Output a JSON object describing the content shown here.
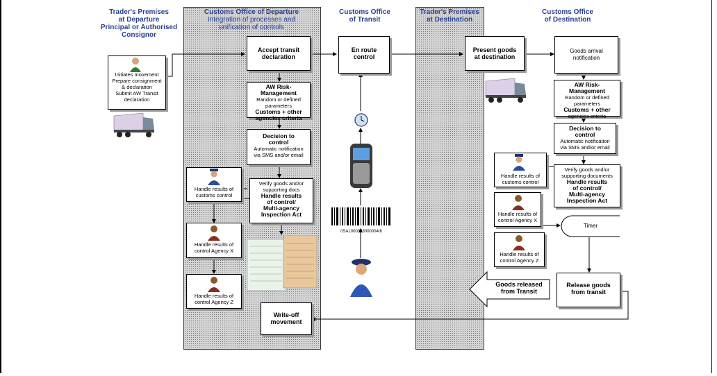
{
  "headers": {
    "traders_departure": {
      "title": "Trader's Premises",
      "title2": "at Departure",
      "sub": "Principal or Authorised",
      "sub2": "Consignor"
    },
    "customs_departure": {
      "title": "Customs Office of Departure",
      "sub": "Integration of processes and",
      "sub2": "unification of controls"
    },
    "customs_transit": {
      "title": "Customs Office",
      "title2": "of Transit"
    },
    "traders_destination": {
      "title": "Trader's Premises",
      "title2": "at Destination"
    },
    "customs_destination": {
      "title": "Customs Office",
      "title2": "of Destination"
    }
  },
  "boxes": {
    "initiates": {
      "l1": "Initiates movement",
      "l2": "Prepare consignment",
      "l3": "& declaration",
      "l4": "Submit AW Transit",
      "l5": "declaration"
    },
    "accept": {
      "l1": "Accept transit",
      "l2": "declaration"
    },
    "risk_dep": {
      "b1": "AW Risk-Management",
      "l1": "Random or defined",
      "l2": "parameters",
      "b2": "Customs + other",
      "b3": "agencies criteria"
    },
    "decision_dep": {
      "b1": "Decision to",
      "b2": "control",
      "l1": "Automatic notification",
      "l2": "via SMS and/or email"
    },
    "verify_dep": {
      "l1": "Verify goods and/or",
      "l2": "supporting docs",
      "b1": "Handle results",
      "b2": "of control/",
      "b3": "Multi-agency",
      "b4": "Inspection Act"
    },
    "handle_customs_dep": {
      "l1": "Handle results of",
      "l2": "customs control"
    },
    "handle_x_dep": {
      "l1": "Handle results of",
      "l2": "control Agency X"
    },
    "handle_z_dep": {
      "l1": "Handle results of",
      "l2": "control Agency Z"
    },
    "writeoff": {
      "l1": "Write-off",
      "l2": "movement"
    },
    "enroute": {
      "l1": "En route",
      "l2": "control"
    },
    "barcode_text": "0SAL000323000004I6",
    "present": {
      "l1": "Present goods",
      "l2": "at destination"
    },
    "arrival": {
      "l1": "Goods arrival",
      "l2": "notification"
    },
    "risk_dest": {
      "b1": "AW Risk-",
      "b2": "Management",
      "l1": "Random or defined",
      "l2": "parameters",
      "b3": "Customs + other",
      "l3": "agencies criteria"
    },
    "decision_dest": {
      "b1": "Decision to",
      "b2": "control",
      "l1": "Automatic notification",
      "l2": "via SMS and/or email"
    },
    "verify_dest": {
      "l1": "Verify goods and/or",
      "l2": "supporting documents",
      "b1": "Handle results",
      "b2": "of control/",
      "b3": "Multi-agency",
      "b4": "Inspection Act"
    },
    "handle_customs_dest": {
      "l1": "Handle results of",
      "l2": "customs control"
    },
    "handle_x_dest": {
      "l1": "Handle results of",
      "l2": "control Agency X"
    },
    "handle_z_dest": {
      "l1": "Handle results of",
      "l2": "control Agency Z"
    },
    "timer": "Timer",
    "release": {
      "l1": "Release goods",
      "l2": "from transit"
    },
    "released": {
      "l1": "Goods released",
      "l2": "from Transit"
    }
  },
  "colors": {
    "header": "#2b3f8f",
    "lane": "#d4d4d4",
    "shadow": "#999999"
  }
}
